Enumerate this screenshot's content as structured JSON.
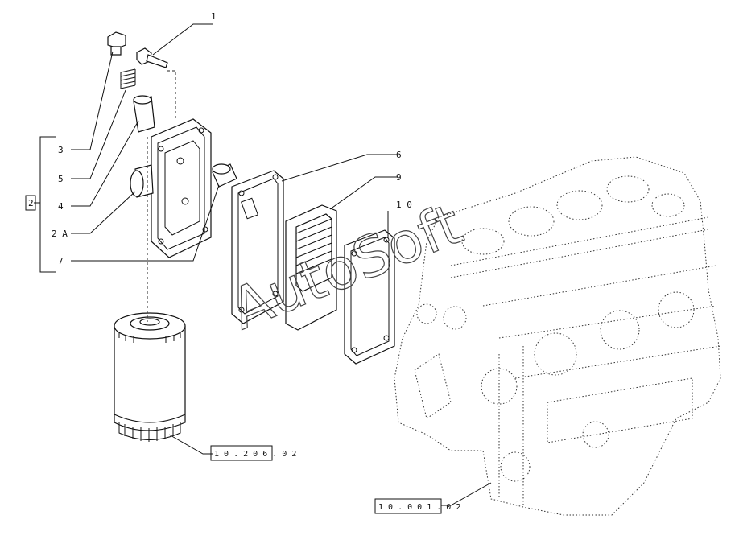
{
  "callouts": {
    "c1": "1",
    "c3": "3",
    "c5": "5",
    "c4": "4",
    "c2": "2",
    "c2a": "2 A",
    "c7": "7",
    "c6": "6",
    "c9": "9",
    "c10": "1 0"
  },
  "references": {
    "filter_ref": "1 0 . 2 0 6 . 0 2",
    "block_ref": "1 0 . 0 0 1 . 0 2"
  },
  "watermark": "AutoSoft"
}
